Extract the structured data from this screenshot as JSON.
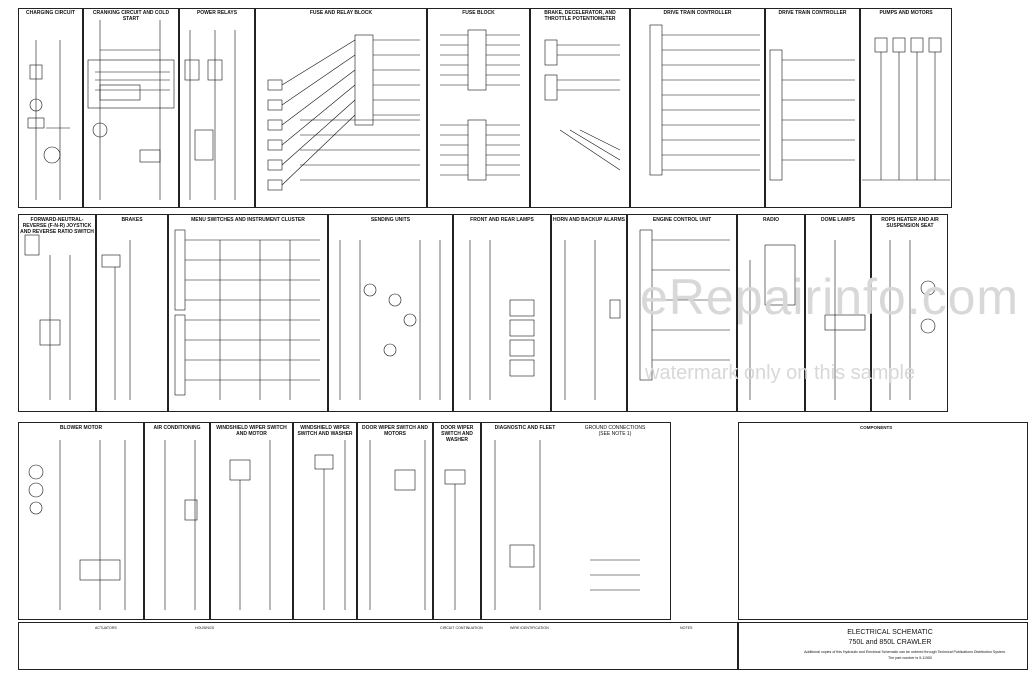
{
  "row1_titles": [
    "CHARGING CIRCUIT",
    "CRANKING CIRCUIT AND COLD START",
    "POWER RELAYS",
    "FUSE AND RELAY BLOCK",
    "FUSE BLOCK",
    "BRAKE, DECELERATOR, AND THROTTLE POTENTIOMETER",
    "DRIVE TRAIN CONTROLLER",
    "DRIVE TRAIN CONTROLLER",
    "PUMPS AND MOTORS"
  ],
  "row2_titles": [
    "FORWARD-NEUTRAL-REVERSE (F-N-R) JOYSTICK AND REVERSE RATIO SWITCH",
    "BRAKES",
    "MENU SWITCHES AND INSTRUMENT CLUSTER",
    "SENDING UNITS",
    "FRONT AND REAR LAMPS",
    "HORN AND BACKUP ALARMS",
    "ENGINE CONTROL UNIT",
    "RADIO",
    "DOME LAMPS",
    "ROPS HEATER AND AIR SUSPENSION SEAT"
  ],
  "row3_titles": [
    "BLOWER MOTOR",
    "AIR CONDITIONING",
    "WINDSHIELD WIPER SWITCH AND MOTOR",
    "WINDSHIELD WIPER SWITCH AND WASHER",
    "DOOR WIPER SWITCH AND MOTORS",
    "DOOR WIPER SWITCH AND WASHER",
    "DIAGNOSTIC AND FLEET"
  ],
  "ground_note": "GROUND CONNECTIONS (SEE NOTE 1)",
  "watermark": "eRepairinfo.com",
  "watermark_note": "watermark only on this sample",
  "components_title": "COMPONENTS",
  "legend_labels": [
    "ACTUATORS",
    "HOUSINGS",
    "NOTES",
    "WIRE IDENTIFICATION",
    "CIRCUIT CONTINUATION"
  ],
  "title_block": {
    "line1": "ELECTRICAL SCHEMATIC",
    "line2": "750L and 850L CRAWLER",
    "line3": "Additional copies of this Hydraulic and Electrical Schematic can be ordered through Technical Publications Distribution System.",
    "line4": "The part number is 9-11950"
  }
}
